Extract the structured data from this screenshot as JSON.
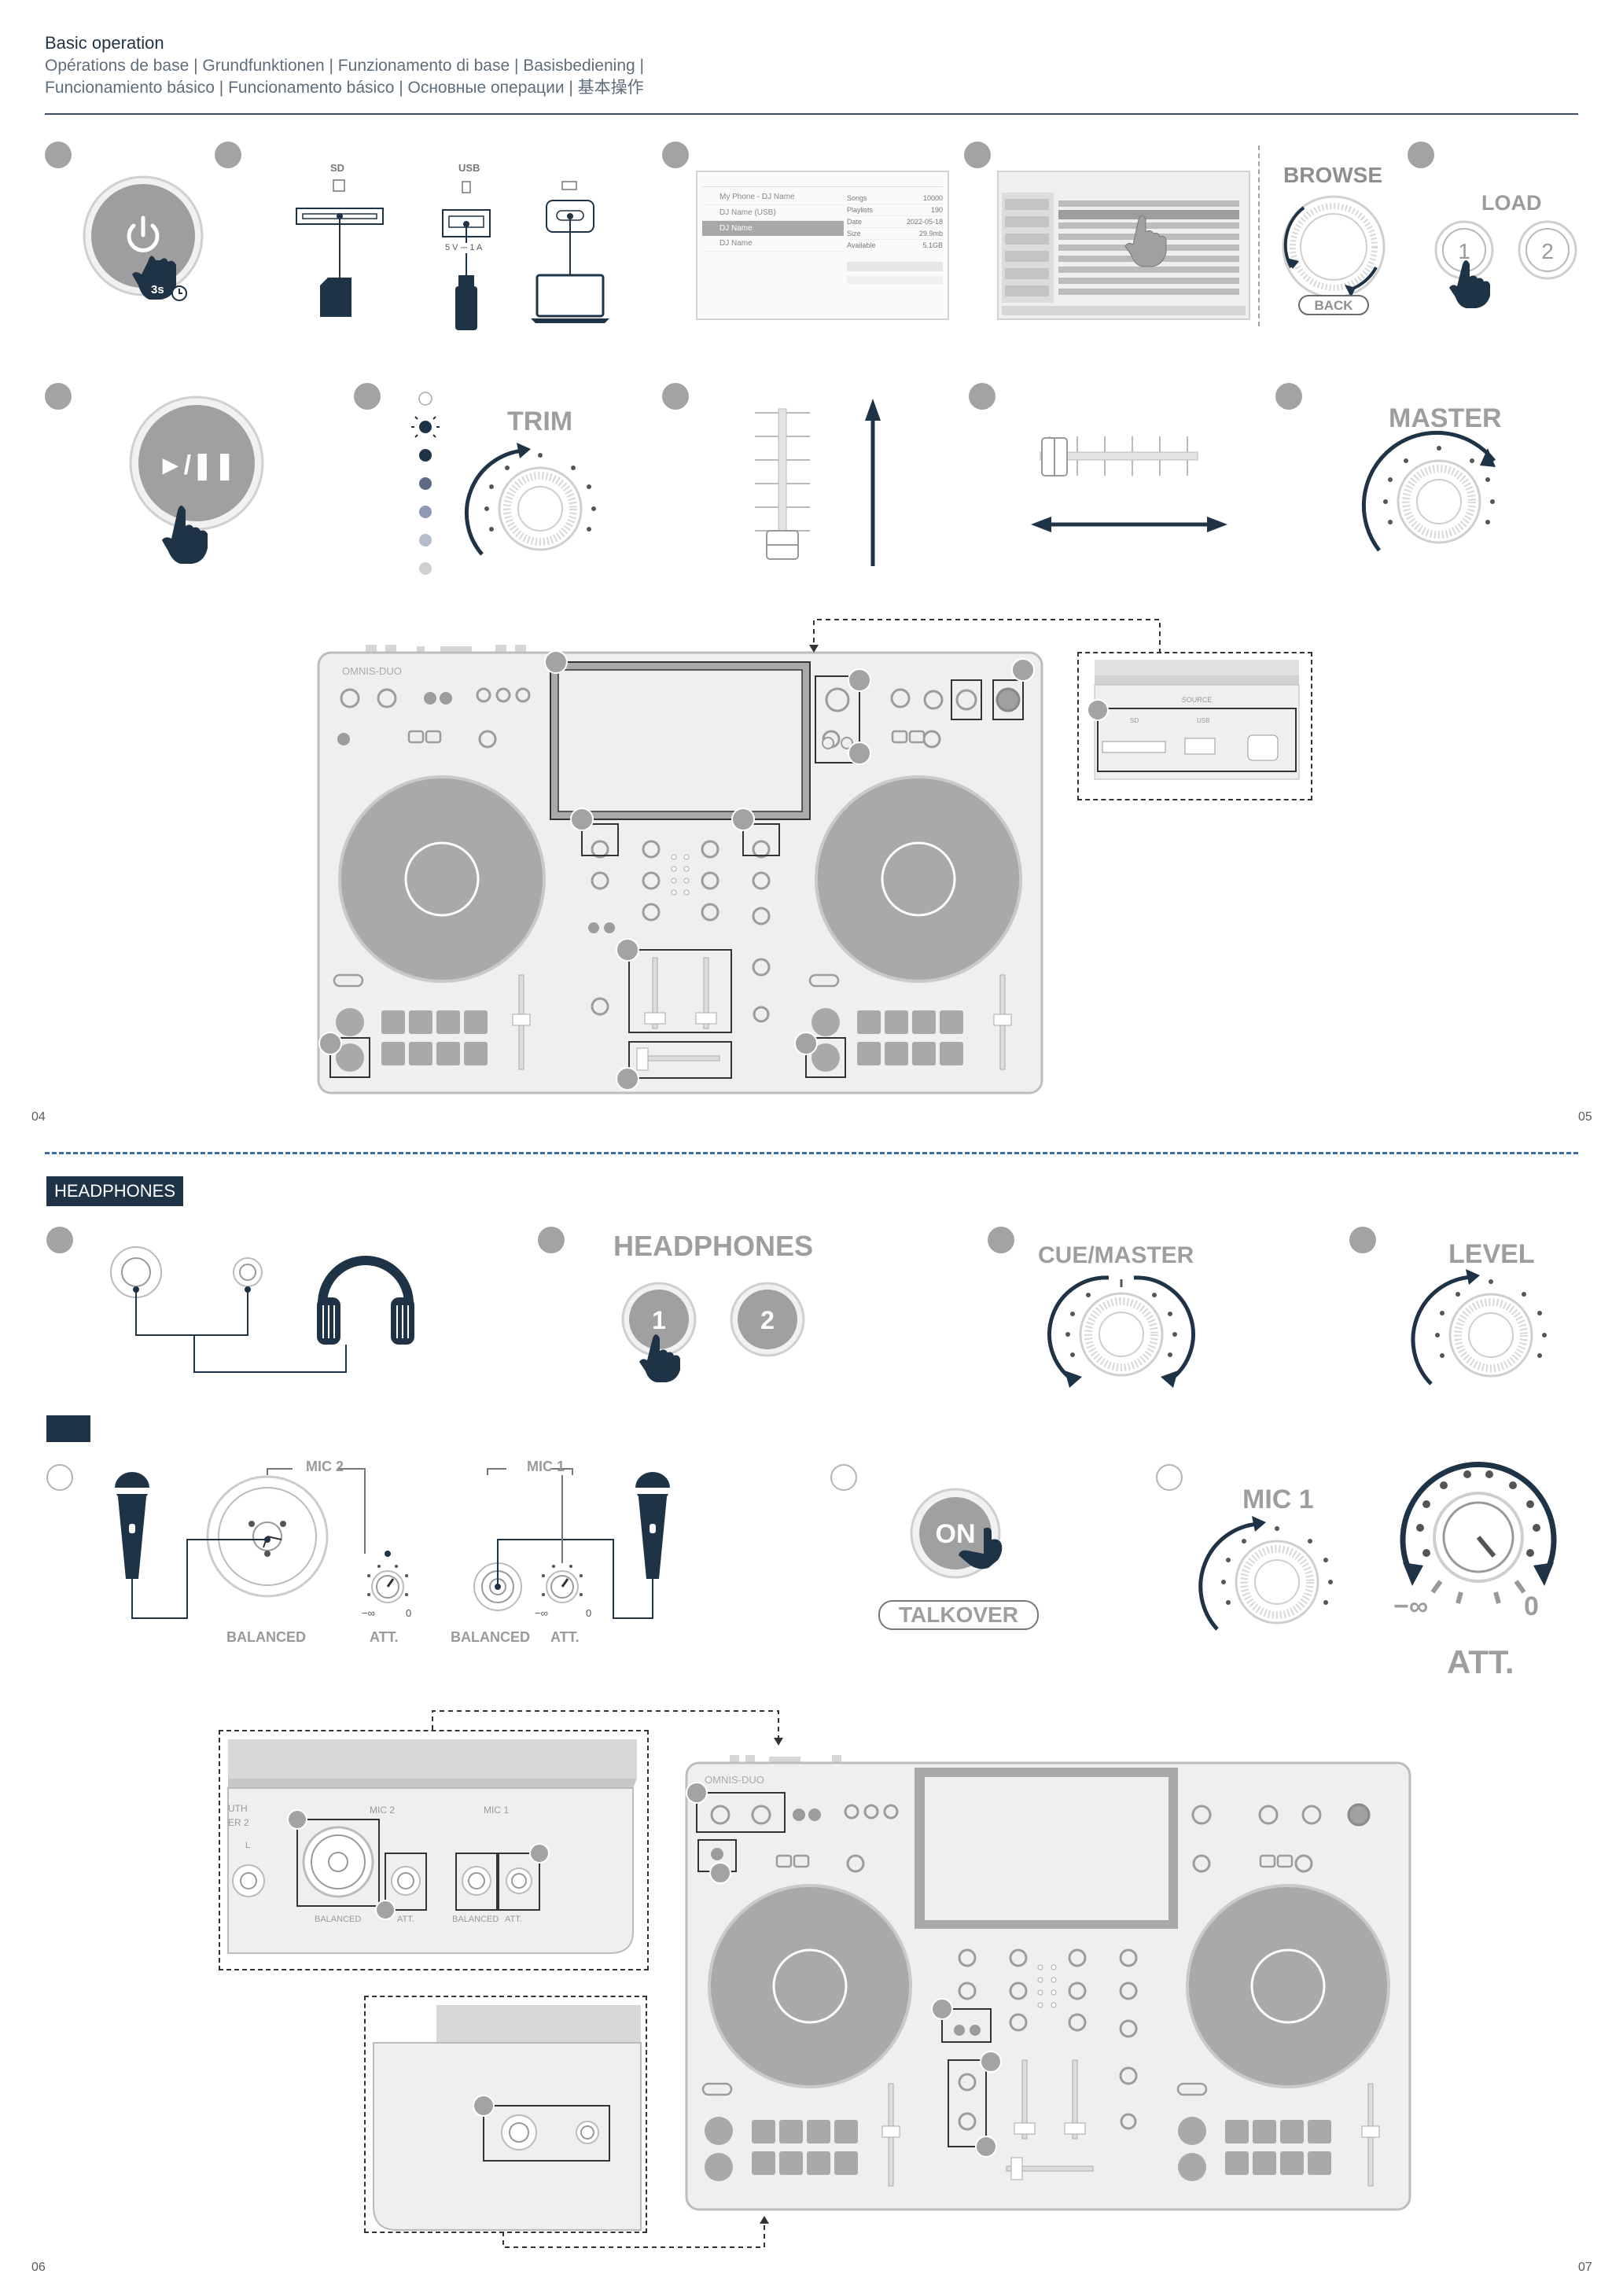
{
  "header": {
    "title": "Basic operation",
    "subtitle_line1": "Opérations de base | Grundfunktionen | Funzionamento di base | Basisbediening |",
    "subtitle_line2": "Funcionamiento básico | Funcionamento básico | Основные операции | 基本操作"
  },
  "page_numbers": {
    "p04": "04",
    "p05": "05",
    "p06": "06",
    "p07": "07"
  },
  "top_row": {
    "power_badge": "3s",
    "sd_label": "SD",
    "usb_label": "USB",
    "usb_spec": "5 V ⎓ 1 A",
    "browser_list": [
      "My Phone - DJ Name",
      "DJ Name (USB)",
      "DJ Name",
      "DJ Name"
    ],
    "browser_stats": [
      {
        "k": "Songs",
        "v": "10000"
      },
      {
        "k": "Playlists",
        "v": "190"
      },
      {
        "k": "Date",
        "v": "2022-05-18"
      },
      {
        "k": "Size",
        "v": "29.9mb"
      },
      {
        "k": "Available",
        "v": "5.1GB"
      }
    ],
    "browse_label": "BROWSE",
    "back_label": "BACK",
    "load_label": "LOAD",
    "load_1": "1",
    "load_2": "2"
  },
  "second_row": {
    "play_label": "►/❚❚",
    "trim_label": "TRIM",
    "master_label": "MASTER"
  },
  "device": {
    "brand": "OMNIS-DUO",
    "source_label": "SOURCE",
    "sd": "SD",
    "usb": "USB"
  },
  "headphones_section": {
    "tag": "HEADPHONES",
    "headphones_label": "HEADPHONES",
    "hp_1": "1",
    "hp_2": "2",
    "cue_master_label": "CUE/MASTER",
    "level_label": "LEVEL"
  },
  "mic_section": {
    "mic2_label": "MIC 2",
    "mic1_label": "MIC 1",
    "balanced_label": "BALANCED",
    "att_label": "ATT.",
    "minus_inf": "−∞",
    "zero": "0",
    "on_label": "ON",
    "talkover_label": "TALKOVER",
    "mic1_big": "MIC 1",
    "att_big": "ATT.",
    "minus_inf_big": "−∞",
    "zero_big": "0"
  },
  "bottom_device": {
    "brand": "OMNIS-DUO",
    "mic2": "MIC 2",
    "mic1": "MIC 1",
    "balanced": "BALANCED",
    "att": "ATT.",
    "side_l": "L",
    "side_text_1": "UTH",
    "side_text_2": "ER 2"
  }
}
